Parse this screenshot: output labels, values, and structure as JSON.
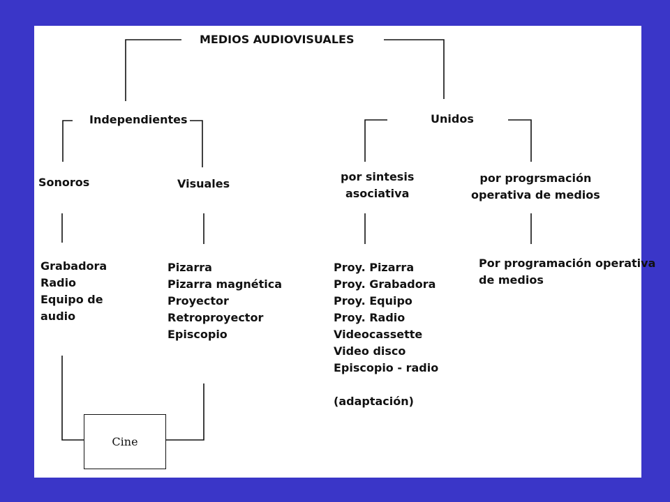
{
  "title": "MEDIOS AUDIOVISUALES",
  "branches": {
    "independientes": {
      "label": "Independientes",
      "sonoros": {
        "label": "Sonoros",
        "items": [
          "Grabadora",
          "Radio",
          "Equipo de",
          "audio"
        ]
      },
      "visuales": {
        "label": "Visuales",
        "items": [
          "Pizarra",
          "Pizarra magnética",
          "Proyector",
          "Retroproyector",
          "Episcopio"
        ]
      }
    },
    "unidos": {
      "label": "Unidos",
      "sintesis": {
        "label_line1": "por sintesis",
        "label_line2": "asociativa",
        "items": [
          "Proy. Pizarra",
          "Proy. Grabadora",
          "Proy. Equipo",
          "Proy. Radio",
          "Videocassette",
          "Video disco",
          "Episcopio - radio",
          "",
          "(adaptación)"
        ]
      },
      "programacion": {
        "label_line1": "por progrsmación",
        "label_line2": "operativa de medios",
        "items": [
          "Por programación operativa",
          "de medios"
        ]
      }
    }
  },
  "cine_label": "Cine",
  "colors": {
    "background": "#3a36c8",
    "slide": "#ffffff",
    "ink": "#111111"
  }
}
